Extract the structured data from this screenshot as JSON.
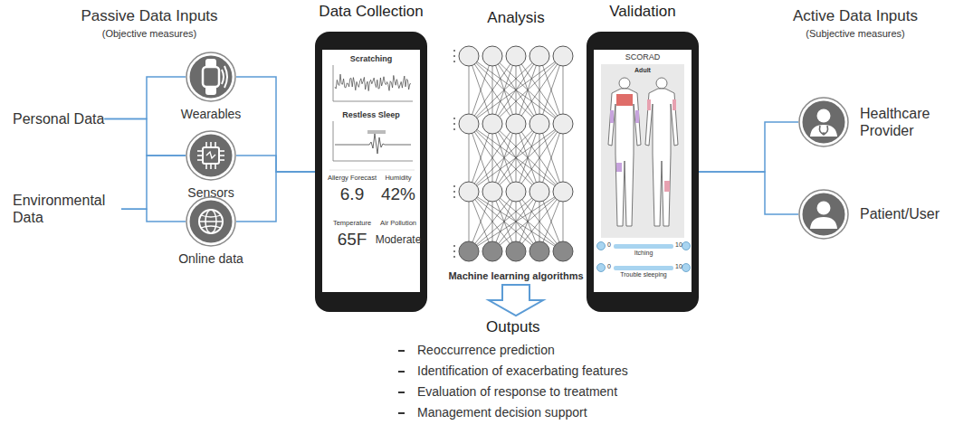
{
  "diagram": {
    "nodes": [
      {
        "text": [
          "Personal Data"
        ]
      },
      {
        "text": [
          "Environmental Data"
        ]
      },
      {
        "text": [
          "Wearables"
        ]
      },
      {
        "text": [
          "Sensors"
        ]
      },
      {
        "text": [
          "Online data"
        ]
      },
      {
        "text": [
          "Data Collection"
        ]
      },
      {
        "text": [
          "Analysis",
          "Machine learning algorithms"
        ]
      },
      {
        "text": [
          "Outputs",
          "Reoccurrence prediction",
          "Identification of exacerbating features",
          "Evaluation of response to treatment",
          "Management decision support"
        ]
      },
      {
        "text": [
          "Validation"
        ]
      },
      {
        "text": [
          "Healthcare Provider"
        ]
      },
      {
        "text": [
          "Patient/User"
        ]
      }
    ],
    "edges": [
      {
        "from": 0,
        "to": 2,
        "arrow": "none"
      },
      {
        "from": 0,
        "to": 3,
        "arrow": "none"
      },
      {
        "from": 1,
        "to": 3,
        "arrow": "none"
      },
      {
        "from": 1,
        "to": 4,
        "arrow": "none"
      },
      {
        "from": 2,
        "to": 5,
        "arrow": "none"
      },
      {
        "from": 3,
        "to": 5,
        "arrow": "none"
      },
      {
        "from": 4,
        "to": 5,
        "arrow": "none"
      },
      {
        "from": 6,
        "to": 7,
        "arrow": "to"
      },
      {
        "from": 9,
        "to": 8,
        "arrow": "none"
      },
      {
        "from": 10,
        "to": 8,
        "arrow": "none"
      }
    ],
    "labels": [
      "Passive Data Inputs",
      "(Objective measures)",
      "Scratching",
      "Restless Sleep",
      "Allergy Forecast",
      "6.9",
      "Humidity",
      "42%",
      "Temperature",
      "65F",
      "Air Pollution",
      "Moderate",
      "SCORAD",
      "Adult",
      "0",
      "Itching",
      "10",
      "0",
      "Trouble sleeping",
      "10",
      "Active Data Inputs",
      "(Subjective measures)"
    ]
  }
}
